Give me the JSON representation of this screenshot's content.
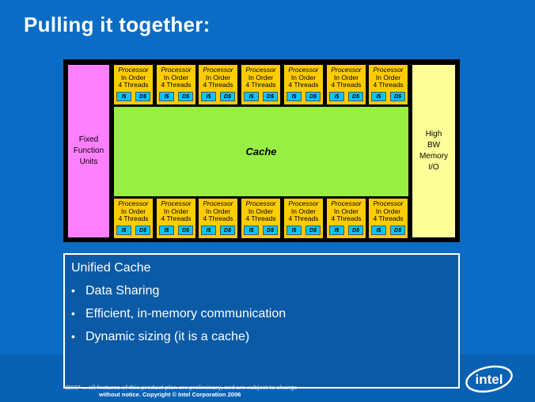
{
  "slide": {
    "title": "Pulling it together:"
  },
  "diagram": {
    "left_block": [
      "Fixed",
      "Function",
      "Units"
    ],
    "right_block": [
      "High",
      "BW",
      "Memory",
      "I/O"
    ],
    "cache_label": "Cache",
    "processor": {
      "line1": "Processor",
      "line2": "In Order",
      "line3": "4 Threads",
      "icache": "I$",
      "dcache": "D$"
    },
    "top_row_count": 7,
    "bottom_row_count": 7
  },
  "unified_cache": {
    "heading": "Unified Cache",
    "bullets": [
      "Data Sharing",
      "Efficient, in-memory communication",
      "Dynamic sizing (it is a cache)"
    ]
  },
  "footer": {
    "line1": "*/2007   ... all features of this product plan are preliminary, and are subject to change",
    "line2": "without notice.   Copyright © Intel Corporation 2006"
  },
  "logo": {
    "text": "intel",
    "color": "#ffffff"
  }
}
